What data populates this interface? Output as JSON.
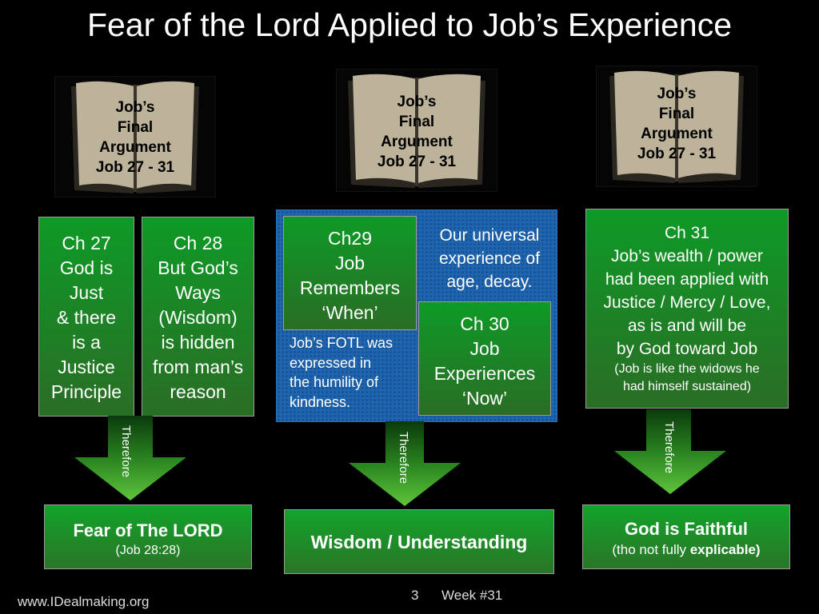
{
  "title": "Fear of the Lord Applied to Job’s Experience",
  "books": [
    {
      "lines": [
        "Job’s",
        "Final",
        "Argument",
        "Job 27 - 31"
      ]
    },
    {
      "lines": [
        "Job’s",
        "Final",
        "Argument",
        "Job 27 - 31"
      ]
    },
    {
      "lines": [
        "Job’s",
        "Final",
        "Argument",
        "Job 27 - 31"
      ]
    }
  ],
  "left": {
    "ch27": [
      "Ch 27",
      "God is",
      "Just",
      "& there",
      "is a",
      "Justice",
      "Principle"
    ],
    "ch28": [
      "Ch 28",
      "But God’s",
      "Ways",
      "(Wisdom)",
      "is hidden",
      "from man’s",
      "reason"
    ]
  },
  "middle": {
    "ch29": [
      "Ch29",
      "Job",
      "Remembers",
      "‘When’"
    ],
    "universal": [
      "Our universal",
      "experience of",
      "age, decay."
    ],
    "fotl": [
      "Job’s FOTL was",
      "expressed in",
      "the humility of",
      "kindness."
    ],
    "ch30": [
      "Ch 30",
      "Job",
      "Experiences",
      "‘Now’"
    ]
  },
  "right": {
    "ch31": [
      "Ch 31",
      "Job’s wealth / power",
      "had been applied with",
      "Justice / Mercy / Love,",
      "as is and will be",
      "by God toward Job"
    ],
    "ch31_note": [
      "(Job is like the widows he",
      "had himself sustained)"
    ]
  },
  "arrow_label": "Therefore",
  "results": {
    "fear": {
      "title": "Fear of The LORD",
      "sub": "(Job 28:28)"
    },
    "wisdom": {
      "title": "Wisdom / Understanding"
    },
    "faithful": {
      "title": "God is Faithful",
      "sub_pre": "(tho not fully ",
      "sub_bold": "explicable)"
    }
  },
  "footer": {
    "site": "www.IDealmaking.org",
    "page": "3",
    "week": "Week #31"
  },
  "colors": {
    "green_top": "#0e9a26",
    "green_bottom": "#2a6d25",
    "blue_panel": "#1f64ac",
    "background": "#000000"
  },
  "icons": [
    "open-book-icon",
    "down-arrow-icon"
  ]
}
